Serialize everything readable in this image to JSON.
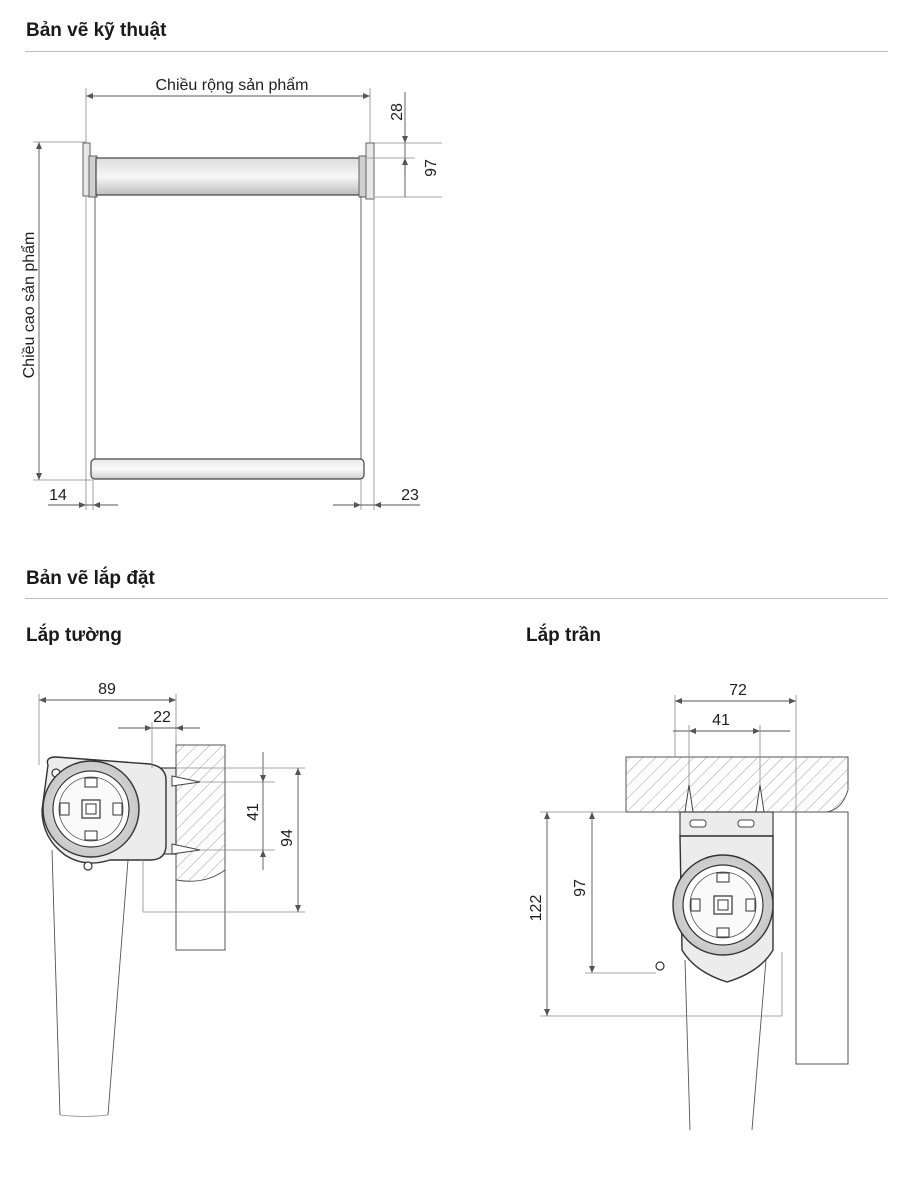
{
  "sections": {
    "technical_title": "Bản vẽ kỹ thuật",
    "install_title": "Bản vẽ lắp đặt",
    "wall_title": "Lắp tường",
    "ceiling_title": "Lắp trần"
  },
  "technical": {
    "width_label": "Chiều rộng sản phẩm",
    "height_label": "Chiều cao sản phẩm",
    "dim_top": "28",
    "dim_tube": "97",
    "dim_left": "14",
    "dim_right": "23"
  },
  "wall": {
    "dim_depth": "89",
    "dim_offset": "22",
    "dim_hole_spacing": "41",
    "dim_height": "94"
  },
  "ceiling": {
    "dim_width": "72",
    "dim_hole_spacing": "41",
    "dim_total": "122",
    "dim_center": "97"
  },
  "colors": {
    "line": "#555555",
    "fill": "#e6e6e6",
    "text": "#1e1e1e",
    "rule": "#bdbdbd"
  }
}
